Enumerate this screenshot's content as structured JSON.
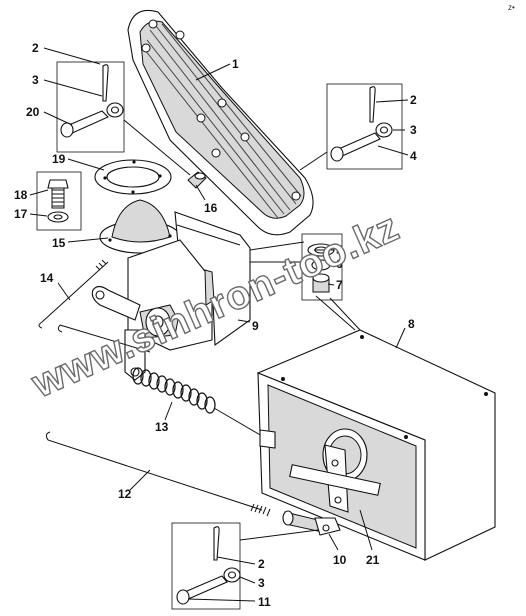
{
  "corner_mark": "z•",
  "watermark": "www.sinhron-too.kz",
  "callouts": {
    "c1": "1",
    "c2a": "2",
    "c3a": "3",
    "c20": "20",
    "c2b": "2",
    "c3b": "3",
    "c4": "4",
    "c19": "19",
    "c18": "18",
    "c17": "17",
    "c16": "16",
    "c15": "15",
    "c5": "5",
    "c6": "6",
    "c7": "7",
    "c14": "14",
    "c9": "9",
    "c8": "8",
    "c13": "13",
    "c12": "12",
    "c10": "10",
    "c21": "21",
    "c2c": "2",
    "c3c": "3",
    "c11": "11"
  }
}
